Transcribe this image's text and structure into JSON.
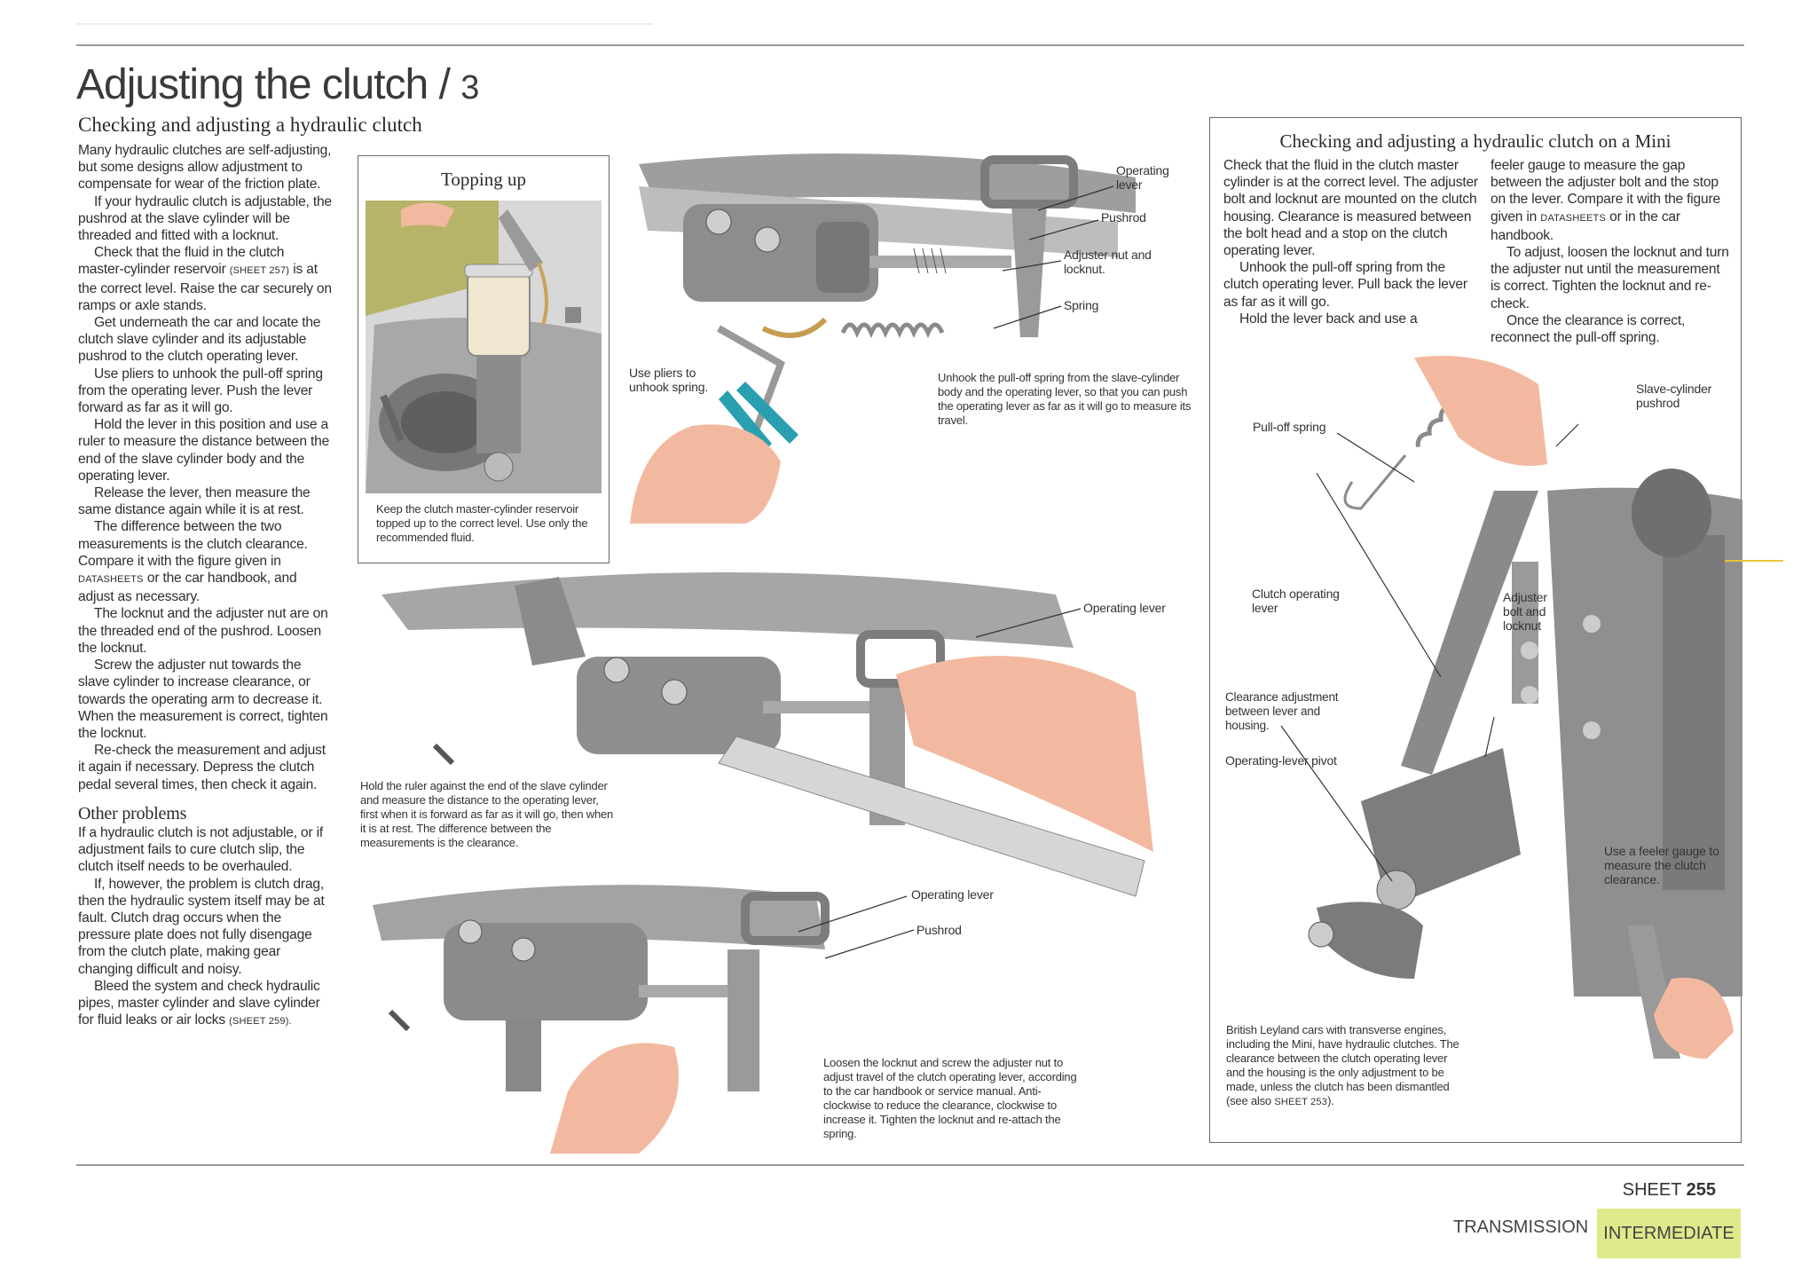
{
  "page": {
    "title": "Adjusting the clutch",
    "title_separator": "/",
    "part": "3"
  },
  "section": {
    "heading": "Checking and adjusting a hydraulic clutch",
    "paragraphs": [
      "Many hydraulic clutches are self-adjusting, but some designs allow adjustment to compensate for wear of the friction plate.",
      "If your hydraulic clutch is adjustable, the pushrod at the slave cylinder will be threaded and fitted with a locknut.",
      "Check that the fluid in the clutch master-cylinder reservoir",
      "Get underneath the car and locate the clutch slave cylinder and its adjustable pushrod to the clutch operating lever.",
      "Use pliers to unhook the pull-off spring from the operating lever. Push the lever forward as far as it will go.",
      "Hold the lever in this position and use a ruler to measure the distance between the end of the slave cylinder body and the operating lever.",
      "Release the lever, then measure the same distance again while it is at rest.",
      "The difference between the two measurements is the clutch clearance. Compare it with the figure given in",
      "The locknut and the adjuster nut are on the threaded end of the pushrod. Loosen the locknut.",
      "Screw the adjuster nut towards the slave cylinder to increase clearance, or towards the operating arm to decrease it. When the measurement is correct, tighten the locknut.",
      "Re-check the measurement and adjust it again if necessary. Depress the clutch pedal several times, then check it again."
    ],
    "p3_ref": "(SHEET 257)",
    "p3_tail": "is at the correct level. Raise the car securely on ramps or axle stands.",
    "p8_ref": "DATASHEETS",
    "p8_tail": "or the car handbook, and adjust as necessary."
  },
  "other_problems": {
    "heading": "Other problems",
    "paragraphs": [
      "If a hydraulic clutch is not adjustable, or if adjustment fails to cure clutch slip, the clutch itself needs to be overhauled.",
      "If, however, the problem is clutch drag, then the hydraulic system itself may be at fault. Clutch drag occurs when the pressure plate does not fully disengage from the clutch plate, making gear changing difficult and noisy.",
      "Bleed the system and check hydraulic pipes, master cylinder and slave cylinder for fluid leaks or air locks"
    ],
    "ref": "(SHEET 259)."
  },
  "topping_up": {
    "heading": "Topping up",
    "caption": "Keep the clutch master-cylinder reservoir topped up to the correct level. Use only the recommended fluid."
  },
  "figure1": {
    "labels": {
      "operating_lever": "Operating lever",
      "pushrod": "Pushrod",
      "adjuster": "Adjuster nut and locknut.",
      "spring": "Spring",
      "pliers": "Use pliers to unhook spring."
    },
    "caption": "Unhook the pull-off spring from the slave-cylinder body and the operating lever, so that you can push the operating lever as far as it will go to measure its travel."
  },
  "figure2": {
    "label": "Operating lever",
    "caption": "Hold the ruler against the end of the slave cylinder and measure the distance to the operating lever, first when it is forward as far as it will go, then when it is at rest. The difference between the measurements is the clearance."
  },
  "figure3": {
    "labels": {
      "operating_lever": "Operating lever",
      "pushrod": "Pushrod"
    },
    "caption": "Loosen the locknut and screw the adjuster nut to adjust travel of the clutch operating lever, according to the car handbook or service manual. Anti-clockwise to reduce the clearance, clockwise to increase it. Tighten the locknut and re-attach the spring."
  },
  "mini": {
    "heading": "Checking and adjusting a hydraulic clutch on a Mini",
    "col1": [
      "Check that the fluid in the clutch master cylinder is at the correct level. The adjuster bolt and locknut are mounted on the clutch housing. Clearance is measured between the bolt head and a stop on the clutch operating lever.",
      "Unhook the pull-off spring from the clutch operating lever. Pull back the lever as far as it will go.",
      "Hold the lever back and use a"
    ],
    "col2_a": "feeler gauge to measure the gap between the adjuster bolt and the stop on the lever. Compare it with the figure given in",
    "col2_ref": "DATASHEETS",
    "col2_b": "or in the car handbook.",
    "col2": [
      "To adjust, loosen the locknut and turn the adjuster nut until the measurement is correct. Tighten the locknut and re-check.",
      "Once the clearance is correct, reconnect the pull-off spring."
    ],
    "labels": {
      "pull_off_spring": "Pull-off spring",
      "slave_pushrod": "Slave-cylinder pushrod",
      "clutch_lever": "Clutch operating lever",
      "adjuster_bolt": "Adjuster bolt and locknut",
      "clearance": "Clearance adjustment between lever and housing.",
      "pivot": "Operating-lever pivot",
      "feeler": "Use a feeler gauge to measure the clutch clearance."
    },
    "caption": "British Leyland cars with transverse engines, including the Mini, have hydraulic clutches. The clearance between the clutch operating lever and the housing is the only adjustment to be made, unless the clutch has been dismantled (see also",
    "caption_ref": "SHEET 253",
    "caption_end": ")."
  },
  "footer": {
    "sheet_label": "SHEET",
    "sheet_number": "255",
    "category": "TRANSMISSION",
    "level": "INTERMEDIATE"
  },
  "colors": {
    "badge": "#dfe98a",
    "rule": "#9a9a9a",
    "metal": "#8a8a8a",
    "skin": "#f2b9a0",
    "teal": "#2a9fb0"
  }
}
